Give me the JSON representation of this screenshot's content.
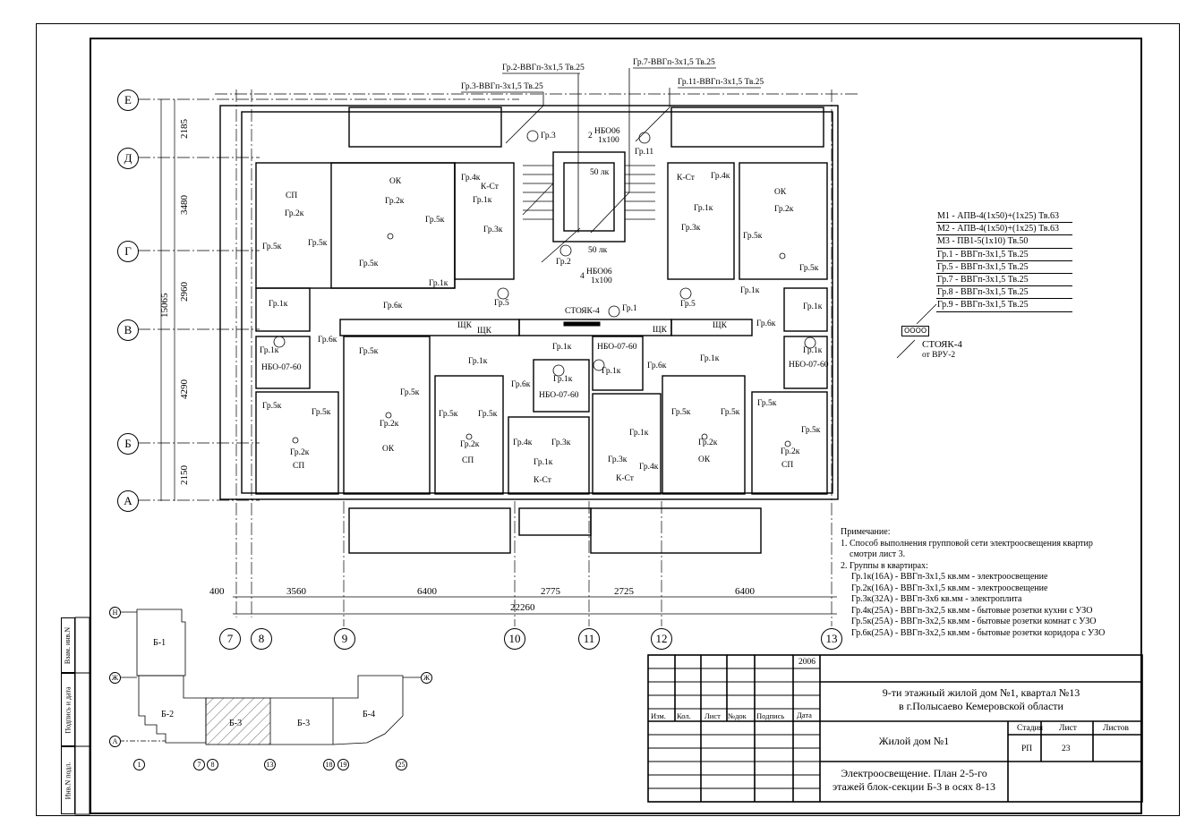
{
  "sheet": {
    "stamp_labels": [
      "Взам. инв.N",
      "Подпись и дата",
      "Инв.N подл."
    ]
  },
  "axes": {
    "rows": [
      "Е",
      "Д",
      "Г",
      "В",
      "Б",
      "А"
    ],
    "columns": [
      "7",
      "8",
      "9",
      "10",
      "11",
      "12",
      "13"
    ],
    "vertical_dims": [
      "2185",
      "3480",
      "2960",
      "4290",
      "2150"
    ],
    "vertical_total": "15065",
    "horizontal_dims": [
      "400",
      "3560",
      "6400",
      "2775",
      "2725",
      "6400"
    ],
    "horizontal_total": "22260"
  },
  "plan": {
    "cables": [
      "Гр.2-ВВГп-3x1,5 Тв.25",
      "Гр.3-ВВГп-3x1,5 Тв.25",
      "Гр.7-ВВГп-3x1,5 Тв.25",
      "Гр.11-ВВГп-3x1,5 Тв.25"
    ],
    "labels": [
      "Гр.3",
      "2",
      "НБО06",
      "1x100",
      "Гр.11",
      "50 лк",
      "50 лк",
      "Гр.2",
      "4",
      "НБО06",
      "1x100",
      "СТОЯК-4",
      "Гр.1",
      "СП",
      "Гр.2к",
      "Гр.5к",
      "Гр.5к",
      "ОК",
      "Гр.2к",
      "Гр.5к",
      "Гр.5к",
      "Гр.4к",
      "К-Ст",
      "Гр.1к",
      "Гр.3к",
      "Гр.1к",
      "Гр.6к",
      "Гр.1к",
      "Гр.5",
      "Гр.6к",
      "Гр.1к",
      "НБО-07-60",
      "ЩК",
      "ЩК",
      "Гр.5к",
      "Гр.5к",
      "Гр.2к",
      "ОК",
      "Гр.1к",
      "Гр.6к",
      "Гр.1к",
      "Гр.1к",
      "НБО-07-60",
      "Гр.5к",
      "Гр.5к",
      "Гр.2к",
      "СП",
      "Гр.5к",
      "Гр.5к",
      "Гр.2к",
      "СП",
      "Гр.4к",
      "Гр.3к",
      "Гр.1к",
      "К-Ст",
      "К-Ст",
      "Гр.4к",
      "Гр.1к",
      "Гр.3к",
      "ОК",
      "Гр.2к",
      "Гр.5к",
      "Гр.5к",
      "Гр.5",
      "Гр.1к",
      "Гр.1к",
      "Гр.6к",
      "Гр.1к",
      "НБО-07-60",
      "ЩК",
      "ЩК",
      "НБО-07-60",
      "Гр.1к",
      "Гр.6к",
      "Гр.1к",
      "Гр.5к",
      "Гр.5к",
      "Гр.2к",
      "ОК",
      "Гр.1к",
      "Гр.3к",
      "Гр.4к",
      "К-Ст",
      "Гр.5к",
      "Гр.5к",
      "Гр.2к",
      "СП"
    ]
  },
  "legend": {
    "rows": [
      "М1 - АПВ-4(1x50)+(1x25) Тв.63",
      "М2 - АПВ-4(1x50)+(1x25) Тв.63",
      "М3 - ПВ1-5(1x10) Тв.50",
      "Гр.1 - ВВГп-3x1,5 Тв.25",
      "Гр.5 - ВВГп-3x1,5 Тв.25",
      "Гр.7 - ВВГп-3x1,5 Тв.25",
      "Гр.8 - ВВГп-3x1,5 Тв.25",
      "Гр.9 - ВВГп-3x1,5 Тв.25"
    ],
    "riser_box": "OOOO",
    "riser_label": "СТОЯК-4",
    "riser_from": "от ВРУ-2"
  },
  "notes": {
    "title": "Примечание:",
    "items": [
      "1. Способ выполнения групповой сети электроосвещения квартир",
      "смотри лист 3.",
      "2. Группы в квартирах:"
    ],
    "groups": [
      "Гр.1к(16А) - ВВГп-3x1,5 кв.мм - электроосвещение",
      "Гр.2к(16А) - ВВГп-3x1,5 кв.мм - электроосвещение",
      "Гр.3к(32А) - ВВГп-3x6 кв.мм - электроплита",
      "Гр.4к(25А) - ВВГп-3x2,5 кв.мм - бытовые розетки кухни с УЗО",
      "Гр.5к(25А) - ВВГп-3x2,5 кв.мм - бытовые розетки комнат с УЗО",
      "Гр.6к(25А) - ВВГп-3x2,5 кв.мм - бытовые розетки коридора с УЗО"
    ]
  },
  "key_plan": {
    "blocks": [
      "Б-1",
      "Б-2",
      "Б-3",
      "Б-3",
      "Б-4"
    ],
    "rows": [
      "Н",
      "Ж",
      "Ж",
      "А"
    ],
    "columns": [
      "1",
      "7",
      "8",
      "13",
      "18",
      "19",
      "25"
    ]
  },
  "title_block": {
    "year": "2006",
    "headers": [
      "Изм.",
      "Кол.",
      "Лист",
      "№док",
      "Подпись",
      "Дата"
    ],
    "project_line1": "9-ти этажный жилой дом №1, квартал №13",
    "project_line2": "в г.Полысаево Кемеровской области",
    "building": "Жилой дом №1",
    "stage_label": "Стадия",
    "sheet_label": "Лист",
    "sheets_label": "Листов",
    "stage": "РП",
    "sheet": "23",
    "drawing_line1": "Электроосвещение. План 2-5-го",
    "drawing_line2": "этажей блок-секции Б-3 в осях 8-13"
  }
}
